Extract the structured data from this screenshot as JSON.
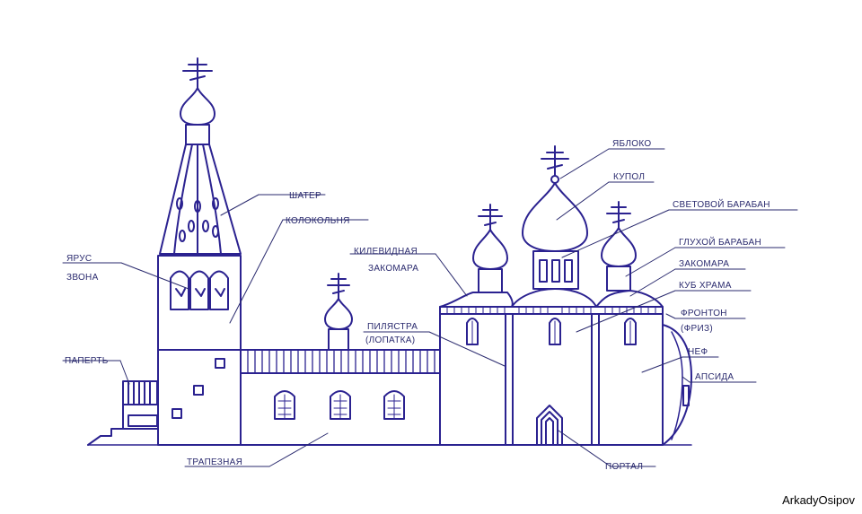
{
  "colors": {
    "line": "#2b2290",
    "label": "#2a2a6e",
    "background": "#ffffff"
  },
  "labels": {
    "shater": "ШАТЕР",
    "kolokolnya": "КОЛОКОЛЬНЯ",
    "yarus": "ЯРУС",
    "zvona": "ЗВОНА",
    "paperty": "ПАПЕРТЬ",
    "trapeznaya": "ТРАПЕЗНАЯ",
    "kilevidnaya": "КИЛЕВИДНАЯ",
    "zakomara1": "ЗАКОМАРА",
    "pilyastra": "ПИЛЯСТРА",
    "lopatka": "(ЛОПАТКА)",
    "yabloko": "ЯБЛОКО",
    "kupol": "КУПОЛ",
    "svetovoy_baraban": "СВЕТОВОЙ БАРАБАН",
    "glukhoy_baraban": "ГЛУХОЙ БАРАБАН",
    "zakomara2": "ЗАКОМАРА",
    "kub_khrama": "КУБ ХРАМА",
    "fronton": "ФРОНТОН",
    "friz": "(ФРИЗ)",
    "nef": "НЕФ",
    "apsida": "АПСИДА",
    "portal": "ПОРТАЛ"
  },
  "credit": "ArkadyOsipov"
}
